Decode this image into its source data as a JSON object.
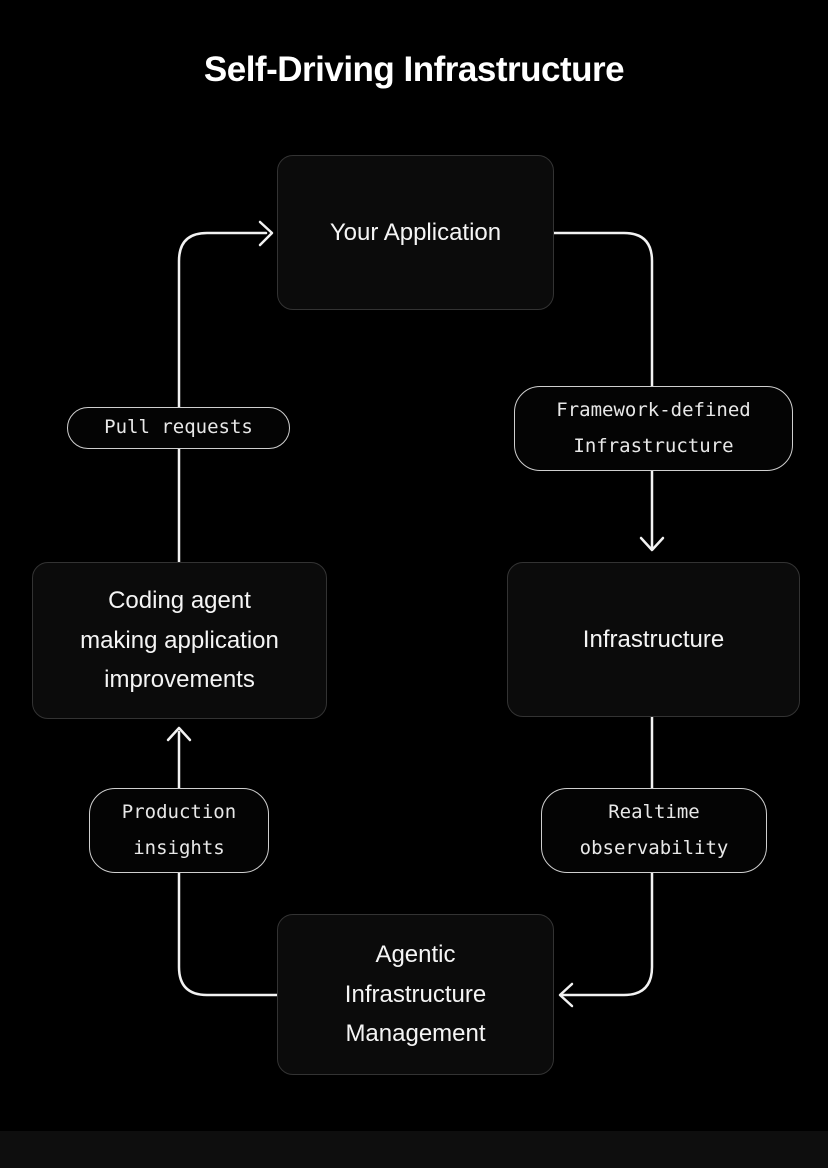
{
  "title": "Self-Driving Infrastructure",
  "nodes": {
    "your_application": "Your Application",
    "infrastructure": "Infrastructure",
    "agentic_management": "Agentic\nInfrastructure\nManagement",
    "coding_agent": "Coding agent\nmaking application\nimprovements"
  },
  "edge_labels": {
    "framework_defined": "Framework-defined\nInfrastructure",
    "realtime_observability": "Realtime\nobservability",
    "production_insights": "Production\ninsights",
    "pull_requests": "Pull requests"
  },
  "flow": {
    "direction": "clockwise",
    "sequence": [
      "Your Application",
      "Framework-defined Infrastructure",
      "Infrastructure",
      "Realtime observability",
      "Agentic Infrastructure Management",
      "Production insights",
      "Coding agent making application improvements",
      "Pull requests",
      "Your Application"
    ]
  },
  "colors": {
    "background": "#000000",
    "node_fill": "#0b0b0b",
    "node_border": "#333333",
    "pill_fill": "#040404",
    "pill_border": "#cfcfcf",
    "connector": "#f2f2f2",
    "node_text": "#f5f5f5",
    "pill_text": "#e8e8e8",
    "title_text": "#ffffff"
  }
}
